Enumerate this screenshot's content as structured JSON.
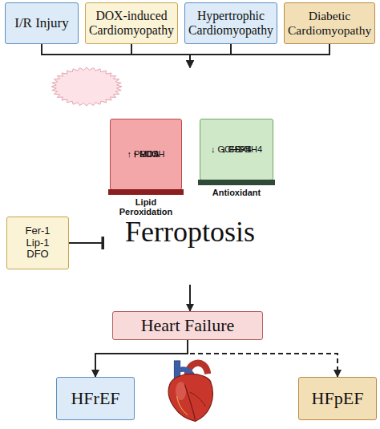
{
  "diagram": {
    "nodes": [
      {
        "text": [
          "I/R Injury"
        ]
      },
      {
        "text": [
          "DOX-induced Cardiomyopathy"
        ]
      },
      {
        "text": [
          "Hypertrophic Cardiomyopathy"
        ]
      },
      {
        "text": [
          "Diabetic Cardiomyopathy"
        ]
      },
      {
        "text": [
          "Ferroptosis"
        ]
      },
      {
        "text": [
          "↑ ROS",
          "↑ PLOOH",
          "↑ MDA",
          "Lipid Peroxidation"
        ],
        "in": 4
      },
      {
        "text": [
          "↓ GPX4",
          "↓ FSP1",
          "↓ GCH1-BH4",
          "Antioxidant"
        ],
        "in": 4
      },
      {
        "text": [
          "Fer-1",
          "Lip-1",
          "DFO"
        ]
      },
      {
        "text": [
          "Heart Failure"
        ]
      },
      {
        "text": [
          "HFrEF"
        ]
      },
      {
        "text": [
          "HFpEF"
        ]
      }
    ],
    "edges": [
      {
        "from": 0,
        "to": 4,
        "arrow": "to"
      },
      {
        "from": 1,
        "to": 4,
        "arrow": "to"
      },
      {
        "from": 2,
        "to": 4,
        "arrow": "to"
      },
      {
        "from": 3,
        "to": 4,
        "arrow": "to"
      },
      {
        "from": 7,
        "to": 4,
        "arrow": "to"
      },
      {
        "from": 4,
        "to": 8,
        "arrow": "to"
      },
      {
        "from": 8,
        "to": 9,
        "arrow": "to"
      },
      {
        "from": 8,
        "to": 10,
        "arrow": "to"
      }
    ]
  }
}
